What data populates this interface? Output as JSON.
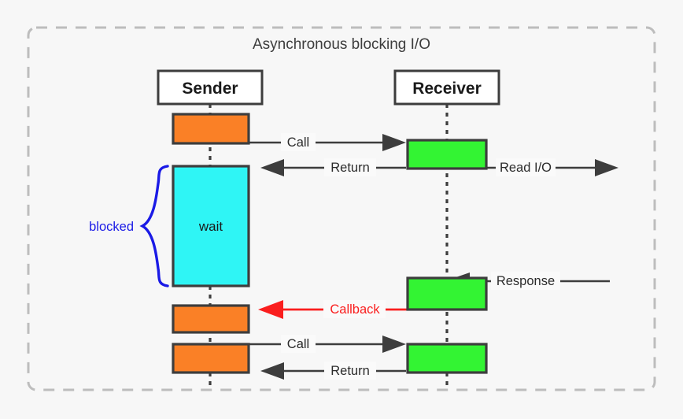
{
  "diagram": {
    "title": "Asynchronous blocking I/O",
    "background_color": "#f7f7f7",
    "frame_color": "#bdbdbd",
    "actors": [
      {
        "id": "sender",
        "label": "Sender"
      },
      {
        "id": "receiver",
        "label": "Receiver"
      }
    ],
    "activations": [
      {
        "id": "sender-act-1",
        "actor": "sender",
        "color": "#fa8026",
        "label": ""
      },
      {
        "id": "sender-wait",
        "actor": "sender",
        "color": "#2ff5f5",
        "label": "wait"
      },
      {
        "id": "sender-act-2",
        "actor": "sender",
        "color": "#fa8026",
        "label": ""
      },
      {
        "id": "sender-act-3",
        "actor": "sender",
        "color": "#fa8026",
        "label": ""
      },
      {
        "id": "receiver-act-1",
        "actor": "receiver",
        "color": "#33f433",
        "label": ""
      },
      {
        "id": "receiver-act-2",
        "actor": "receiver",
        "color": "#33f433",
        "label": ""
      },
      {
        "id": "receiver-act-3",
        "actor": "receiver",
        "color": "#33f433",
        "label": ""
      }
    ],
    "messages": [
      {
        "id": "call-1",
        "label": "Call",
        "direction": "right",
        "color": "#3d3d3d"
      },
      {
        "id": "return-1",
        "label": "Return",
        "direction": "left",
        "color": "#3d3d3d"
      },
      {
        "id": "read-io",
        "label": "Read I/O",
        "direction": "right",
        "color": "#3d3d3d"
      },
      {
        "id": "response",
        "label": "Response",
        "direction": "left",
        "color": "#3d3d3d"
      },
      {
        "id": "callback",
        "label": "Callback",
        "direction": "left",
        "color": "#fa1e1e"
      },
      {
        "id": "call-2",
        "label": "Call",
        "direction": "right",
        "color": "#3d3d3d"
      },
      {
        "id": "return-2",
        "label": "Return",
        "direction": "left",
        "color": "#3d3d3d"
      }
    ],
    "annotations": [
      {
        "id": "blocked",
        "label": "blocked",
        "color": "#1a1ae6",
        "shape": "curly-brace"
      }
    ]
  }
}
